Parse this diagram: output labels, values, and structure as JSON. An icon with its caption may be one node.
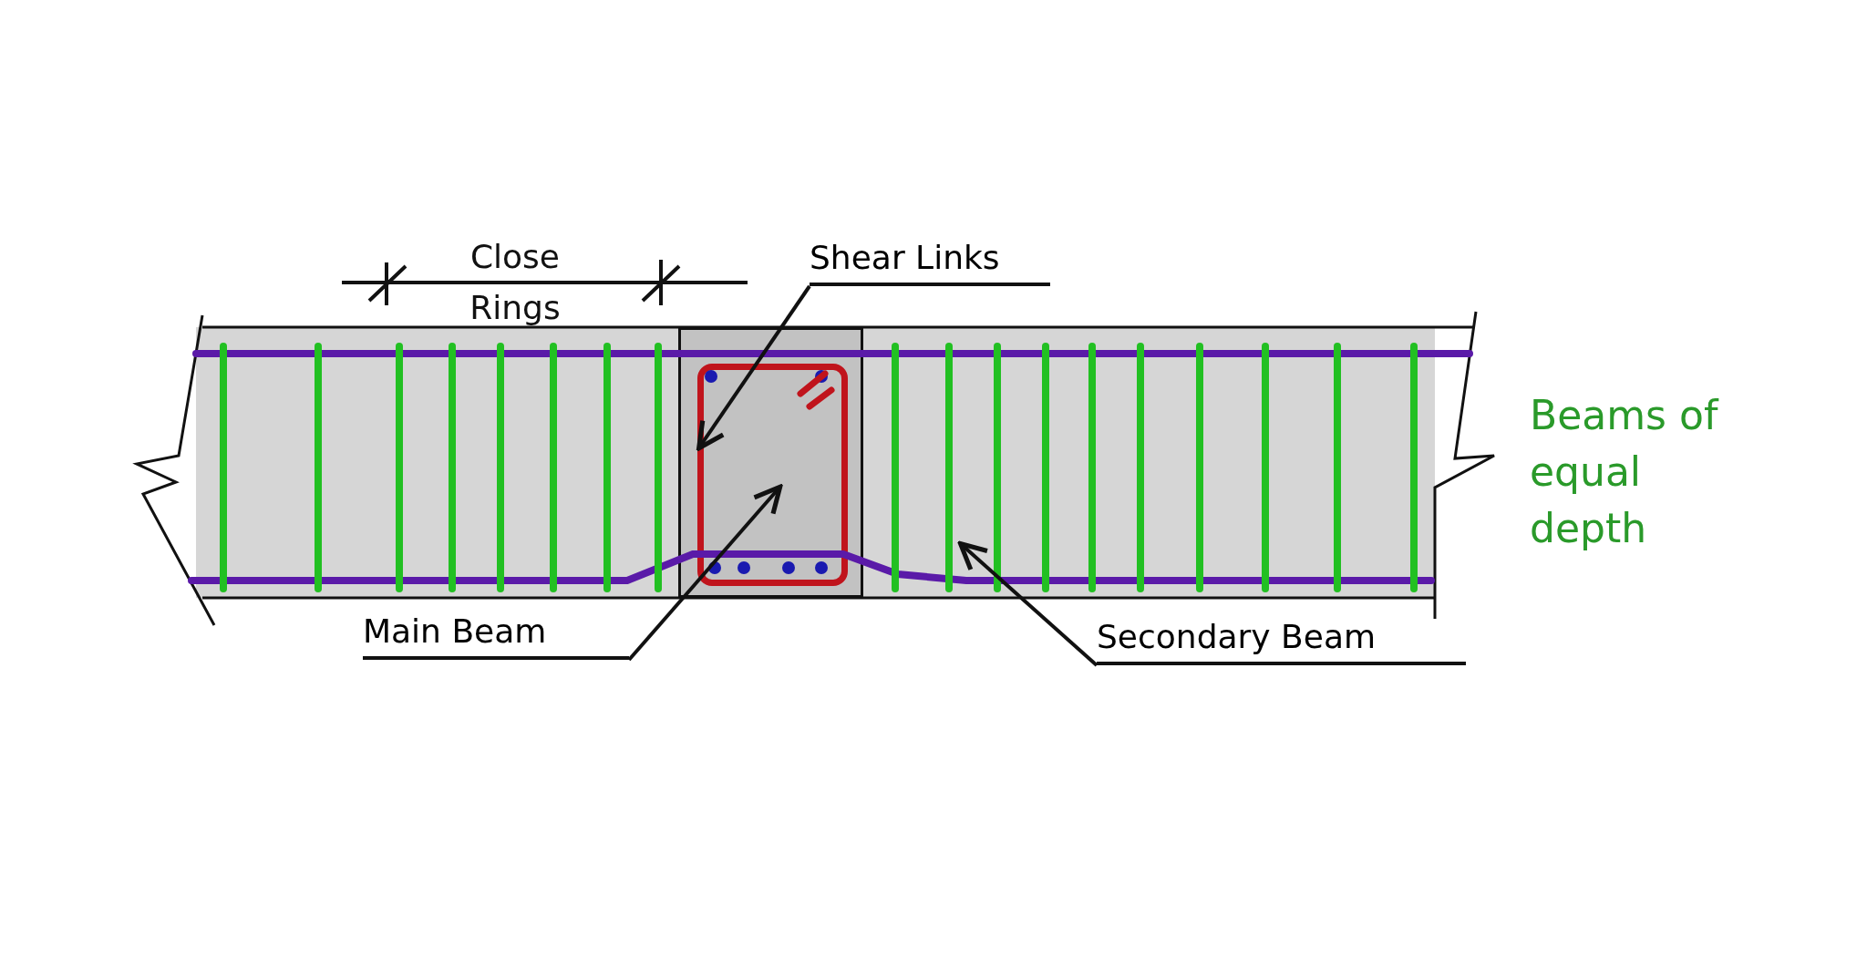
{
  "diagram": {
    "nodes": [
      {
        "text": [
          "Shear Links"
        ]
      },
      {
        "text": [
          "Main Beam"
        ]
      },
      {
        "text": [
          "Secondary Beam"
        ]
      },
      {
        "text": [],
        "shape": "box"
      },
      {
        "text": [],
        "shape": "box",
        "in": 3
      },
      {
        "text": [],
        "shape": "bar"
      }
    ],
    "edges": [
      {
        "from": 0,
        "to": 4,
        "arrow": "to"
      },
      {
        "from": 1,
        "to": 3,
        "arrow": "to"
      },
      {
        "from": 2,
        "to": 5,
        "arrow": "to"
      }
    ],
    "labels": [
      "Close Rings",
      "Beams of equal depth"
    ]
  }
}
